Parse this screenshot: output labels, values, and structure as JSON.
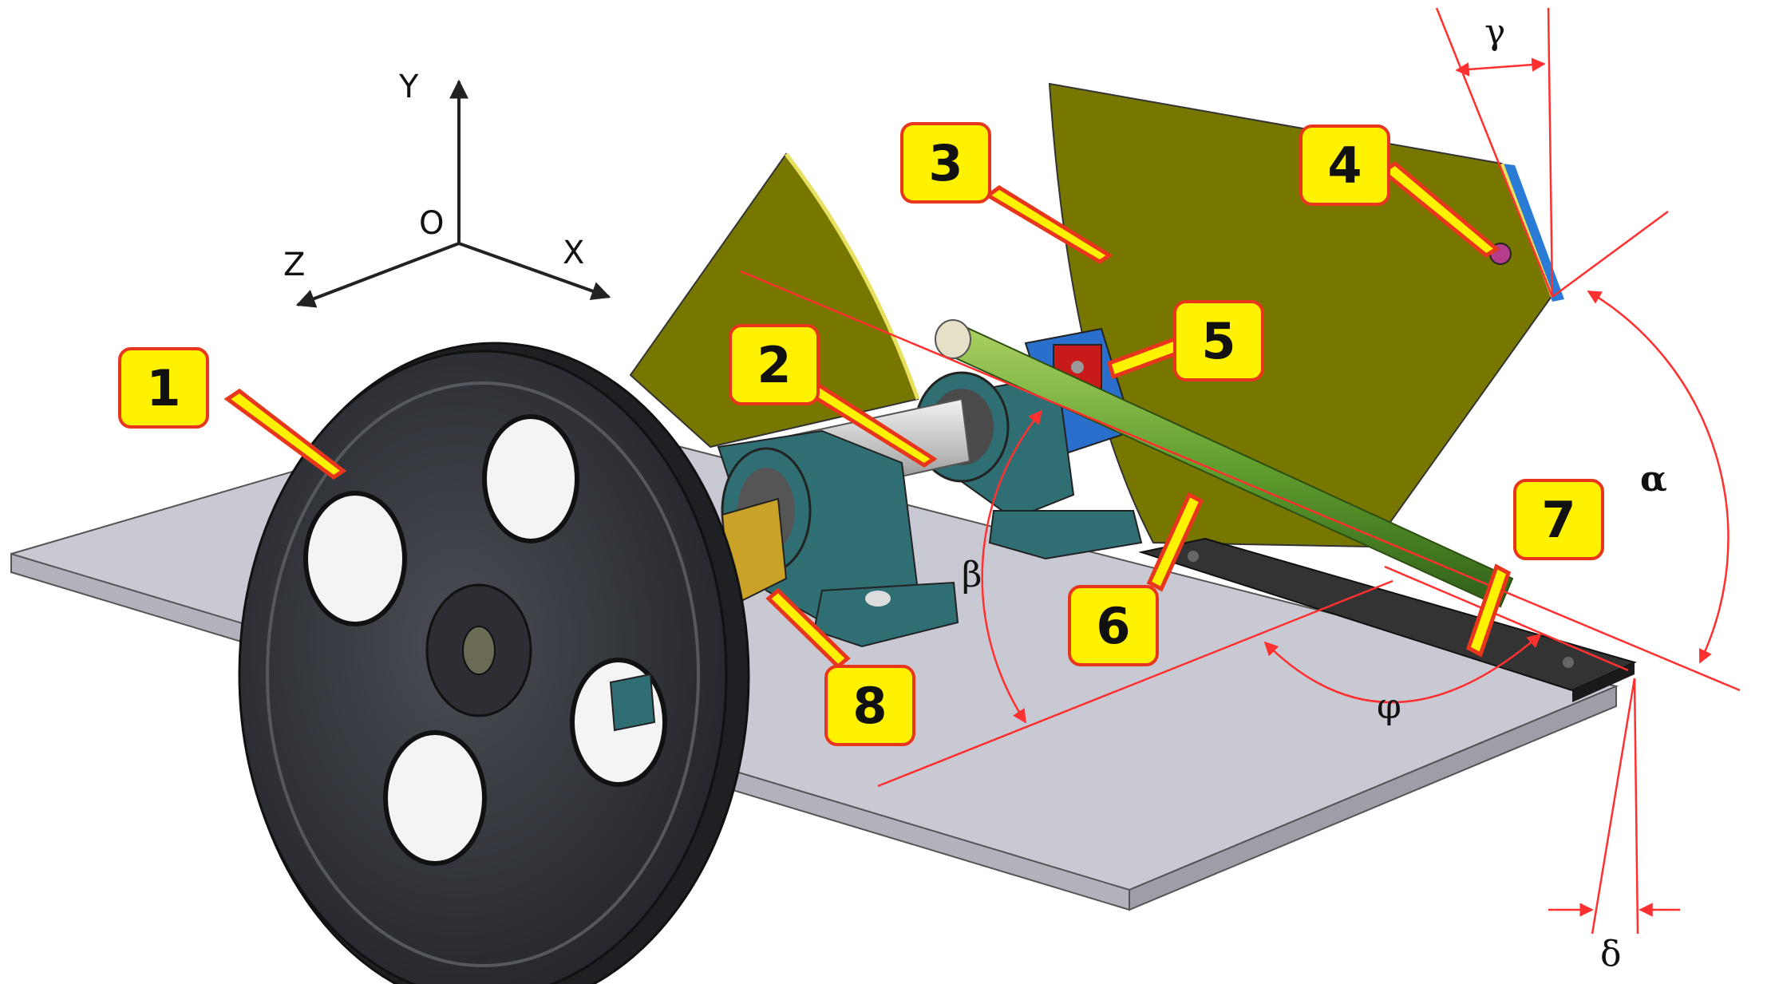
{
  "axes": {
    "y": "Y",
    "origin": "O",
    "z": "Z",
    "x": "X"
  },
  "parts": [
    {
      "id": "1",
      "label": "1"
    },
    {
      "id": "2",
      "label": "2"
    },
    {
      "id": "3",
      "label": "3"
    },
    {
      "id": "4",
      "label": "4"
    },
    {
      "id": "5",
      "label": "5"
    },
    {
      "id": "6",
      "label": "6"
    },
    {
      "id": "7",
      "label": "7"
    },
    {
      "id": "8",
      "label": "8"
    }
  ],
  "angles": {
    "alpha": "α",
    "beta": "β",
    "gamma": "γ",
    "delta": "δ",
    "phi": "φ"
  },
  "colors": {
    "callout_fill": "#fff200",
    "callout_stroke": "#e8361c",
    "annotation": "#ff3030",
    "blade": "#777700",
    "base_plate": "#c9c9d3",
    "pulley": "#3a3d44",
    "bearing": "#2f6f74",
    "stalk": "#5f9e2e"
  }
}
